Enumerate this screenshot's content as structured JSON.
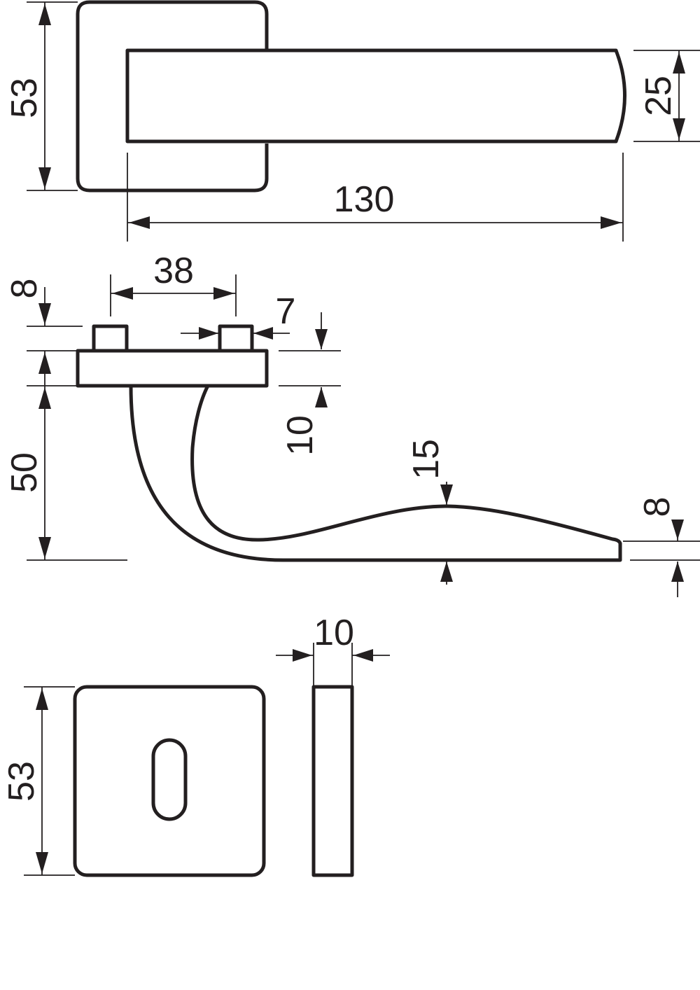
{
  "colors": {
    "line": "#231f20",
    "background": "#ffffff"
  },
  "top_view": {
    "rose_height": "53",
    "lever_width": "25",
    "lever_length": "130"
  },
  "side_view": {
    "spindle_spacing": "38",
    "spindle_height": "8",
    "spindle_width": "7",
    "rose_thickness": "10",
    "lever_height": "50",
    "grip_thickness": "15",
    "tip_thickness": "8"
  },
  "keyhole_view": {
    "escutcheon_height": "53",
    "escutcheon_thickness": "10"
  }
}
